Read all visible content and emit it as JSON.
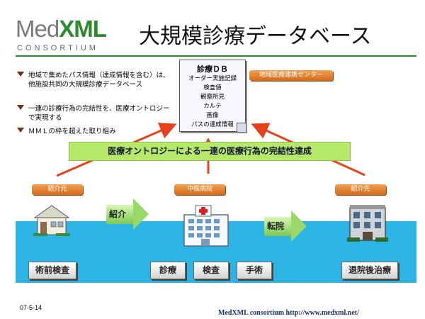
{
  "logo": {
    "med": "Med",
    "xml": "XML",
    "sub": "CONSORTIUM"
  },
  "title": "大規模診療データベース",
  "bullets": [
    "地域で集めたパス情報（達成情報を含む）は、他施設共同の大規模診療データベース",
    "一連の診療行為の完結性を、医療オントロジーで実現する",
    "ＭＭＬの枠を超えた取り組み"
  ],
  "db": {
    "title": "診療ＤＢ",
    "lines": [
      "オーダー実施記録",
      "検査値",
      "観察所見",
      "カルテ",
      "画像",
      "パスの達成情報"
    ]
  },
  "center_label": "地域医療連携センター",
  "banner": "医療オントロジーによる一連の医療行為の完結性達成",
  "nodes": {
    "left": "紹介元",
    "middle": "中核病院",
    "right": "紹介先"
  },
  "arrows": {
    "left": "紹介",
    "right": "転院"
  },
  "steps": {
    "pre": "術前検査",
    "diagnosis": "診療",
    "exam": "検査",
    "surgery": "手術",
    "post": "退院後治療"
  },
  "footer": {
    "date": "07-5-14",
    "text": "MedXML consortium   http://www.medxml.net/"
  },
  "colors": {
    "accent_green": "#2d8a2d",
    "banner": "#b6e86a",
    "band": "#2cb4e4",
    "orange": "#e07a2a",
    "red_arrow": "#e8401c"
  }
}
